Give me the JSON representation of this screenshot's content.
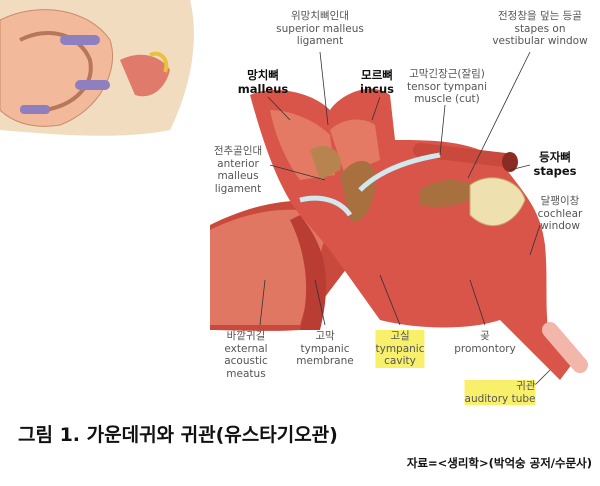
{
  "labels": {
    "superior_malleus_ligament": {
      "ko": "위망치뼈인대",
      "en1": "superior malleus",
      "en2": "ligament"
    },
    "stapes_on_vestibular_window": {
      "ko": "전정창을 덮는 등골",
      "en1": "stapes on",
      "en2": "vestibular window"
    },
    "malleus": {
      "ko": "망치뼈",
      "en": "malleus"
    },
    "incus": {
      "ko": "모르뼈",
      "en": "incus"
    },
    "tensor_tympani": {
      "ko": "고막긴장근(잘림)",
      "en1": "tensor tympani",
      "en2": "muscle (cut)"
    },
    "stapes": {
      "ko": "등자뼈",
      "en": "stapes"
    },
    "anterior_malleus_ligament": {
      "ko": "전추골인대",
      "en1": "anterior",
      "en2": "malleus",
      "en3": "ligament"
    },
    "cochlear_window": {
      "ko": "달팽이창",
      "en1": "cochlear",
      "en2": "window"
    },
    "external_acoustic_meatus": {
      "ko": "바깥귀길",
      "en1": "external",
      "en2": "acoustic",
      "en3": "meatus"
    },
    "tympanic_membrane": {
      "ko": "고막",
      "en1": "tympanic",
      "en2": "membrane"
    },
    "tympanic_cavity": {
      "ko": "고실",
      "en1": "tympanic",
      "en2": "cavity"
    },
    "promontory": {
      "ko": "곶",
      "en": "promontory"
    },
    "auditory_tube": {
      "ko": "귀관",
      "en": "auditory tube"
    }
  },
  "caption": {
    "title": "그림 1. 가운데귀와 귀관(유스타기오관)",
    "source": "자료=<생리학>(박억숭 공저/수문사)"
  },
  "colors": {
    "tissue": "#d9554a",
    "bone": "#a8703e",
    "highlight": "#f8f06a"
  }
}
